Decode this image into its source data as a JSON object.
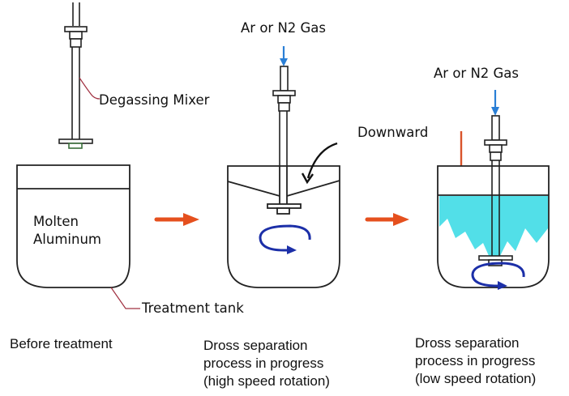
{
  "title": "Dross separation process with degassing mixer",
  "labels": {
    "degassing_mixer": "Degassing Mixer",
    "molten_line1": "Molten",
    "molten_line2": "Aluminum",
    "treatment_tank": "Treatment tank",
    "gas_1": "Ar or N2 Gas",
    "gas_2": "Ar or N2 Gas",
    "downward": "Downward"
  },
  "stages": [
    {
      "name": "before",
      "caption": [
        "Before treatment"
      ]
    },
    {
      "name": "high-speed",
      "caption": [
        "Dross separation",
        "process in progress",
        "(high speed rotation)"
      ]
    },
    {
      "name": "low-speed",
      "caption": [
        "Dross separation",
        "process in progress",
        "(low speed rotation)"
      ]
    }
  ],
  "colors": {
    "outline": "#222222",
    "process_arrow": "#e5501e",
    "gas_arrow": "#2a7fd6",
    "rotation_arrow": "#1c2fa8",
    "leader_line": "#a03040",
    "bubbles": "#3fdbe6",
    "downward_arrow_red": "#d9542b"
  }
}
